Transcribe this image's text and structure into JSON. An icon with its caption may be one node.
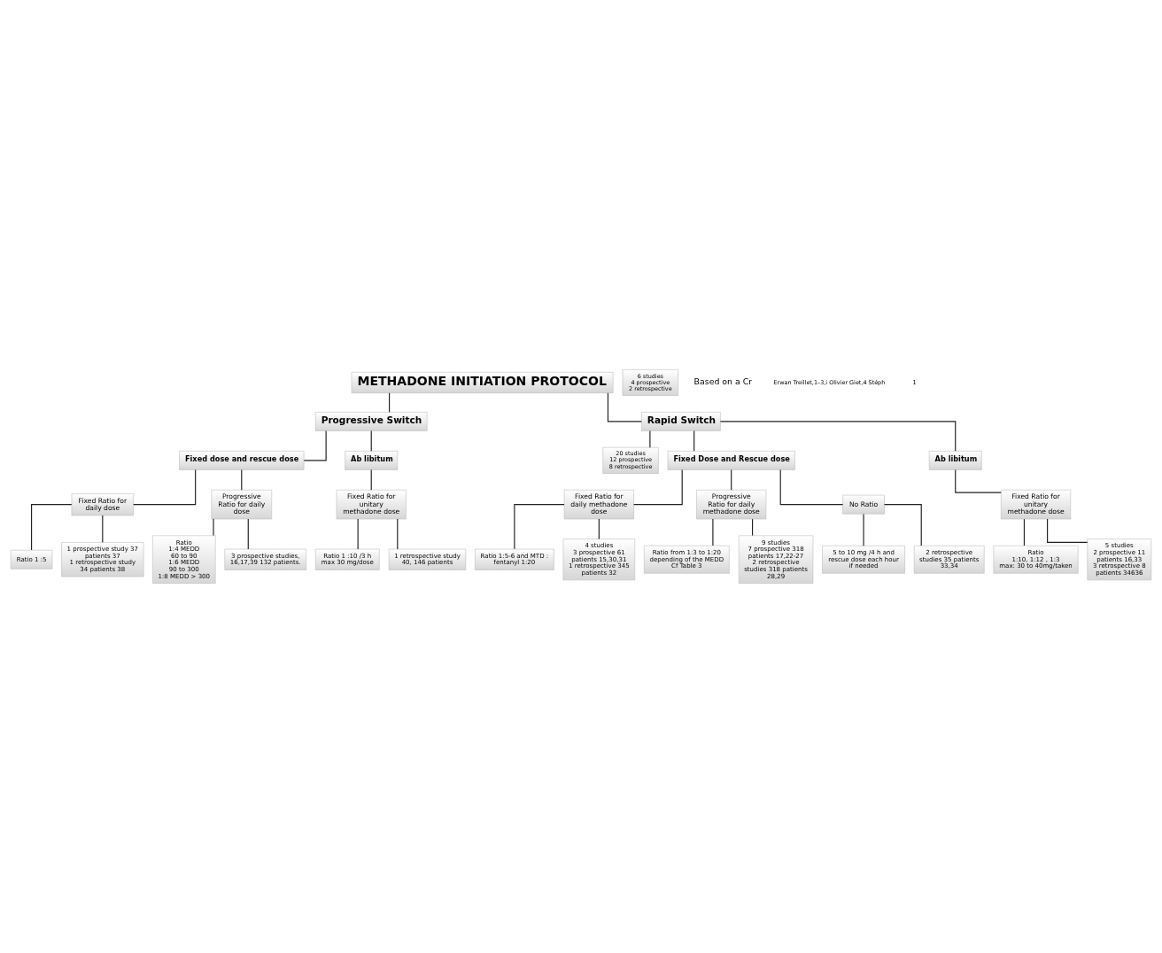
{
  "diagram": {
    "nodes": [
      {
        "text": [
          "METHADONE INITIATION PROTOCOL"
        ]
      },
      {
        "text": [
          "Progressive Switch"
        ]
      },
      {
        "text": [
          "6 studies",
          "4 prospective",
          "2 retrospective"
        ]
      },
      {
        "text": [
          "Rapid Switch"
        ]
      },
      {
        "text": [
          "20 studies",
          "12 prospective",
          "8 retrospective"
        ]
      },
      {
        "text": [
          "Fixed dose and rescue dose"
        ]
      },
      {
        "text": [
          "Ab libitum"
        ]
      },
      {
        "text": [
          "Fixed Dose and Rescue dose"
        ]
      },
      {
        "text": [
          "Ab libitum"
        ]
      },
      {
        "text": [
          "Fixed Ratio for daily dose"
        ]
      },
      {
        "text": [
          "Progressive Ratio for daily dose"
        ]
      },
      {
        "text": [
          "Fixed Ratio for unitary methadone dose"
        ]
      },
      {
        "text": [
          "Fixed Ratio for daily methadone dose"
        ]
      },
      {
        "text": [
          "Progressive Ratio for daily methadone dose"
        ]
      },
      {
        "text": [
          "No Ratio"
        ]
      },
      {
        "text": [
          "Fixed Ratio for unitary methadone dose"
        ]
      },
      {
        "text": [
          "Ratio 1 :5"
        ]
      },
      {
        "text": [
          "1 prospective study 37 patients 37",
          "1 retrospective study 34 patients 38"
        ]
      },
      {
        "text": [
          "Ratio",
          "1:4 MEDD",
          "60 to 90",
          "1:6 MEDD",
          "90 to 300",
          "1:8 MEDD > 300"
        ]
      },
      {
        "text": [
          "3 prospective studies, 16,17,39 132 patients."
        ]
      },
      {
        "text": [
          "Ratio 1 :10 /3 h",
          "max 30 mg/dose"
        ]
      },
      {
        "text": [
          "1 retrospective study 40, 146 patients"
        ]
      },
      {
        "text": [
          "Ratio 1:5-6 and MTD : fentanyl 1:20"
        ]
      },
      {
        "text": [
          "4 studies",
          "3 prospective 61 patients 15,30,31",
          "1 retrospective 345 patients 32"
        ]
      },
      {
        "text": [
          "Ratio from 1:3 to 1:20 depending of the MEDD",
          "Cf Table 3"
        ]
      },
      {
        "text": [
          "9 studies",
          "7 prospective 318 patients 17,22-27",
          "2 retrospective studies 318 patients 28,29"
        ]
      },
      {
        "text": [
          "5 to 10 mg /4 h and rescue dose each hour if needed"
        ]
      },
      {
        "text": [
          "2 retrospective studies 35 patients 33,34"
        ]
      },
      {
        "text": [
          "Ratio",
          "1:10, 1:12 , 1:3",
          "max: 30 to 40mg/taken"
        ]
      },
      {
        "text": [
          "5 studies",
          "2 prospective 11 patients 16,33",
          "3 retrospective 8 patients 34636"
        ]
      }
    ],
    "edges": [
      {
        "from": 0,
        "to": 1,
        "arrow": "none"
      },
      {
        "from": 0,
        "to": 3,
        "arrow": "none"
      },
      {
        "from": 3,
        "to": 4,
        "arrow": "none"
      },
      {
        "from": 1,
        "to": 5,
        "arrow": "none"
      },
      {
        "from": 1,
        "to": 6,
        "arrow": "none"
      },
      {
        "from": 3,
        "to": 7,
        "arrow": "none"
      },
      {
        "from": 3,
        "to": 8,
        "arrow": "none"
      },
      {
        "from": 5,
        "to": 9,
        "arrow": "none"
      },
      {
        "from": 5,
        "to": 10,
        "arrow": "none"
      },
      {
        "from": 6,
        "to": 11,
        "arrow": "none"
      },
      {
        "from": 7,
        "to": 12,
        "arrow": "none"
      },
      {
        "from": 7,
        "to": 13,
        "arrow": "none"
      },
      {
        "from": 7,
        "to": 14,
        "arrow": "none"
      },
      {
        "from": 8,
        "to": 15,
        "arrow": "none"
      },
      {
        "from": 9,
        "to": 16,
        "arrow": "none"
      },
      {
        "from": 9,
        "to": 17,
        "arrow": "none"
      },
      {
        "from": 10,
        "to": 18,
        "arrow": "none"
      },
      {
        "from": 10,
        "to": 19,
        "arrow": "none"
      },
      {
        "from": 11,
        "to": 20,
        "arrow": "none"
      },
      {
        "from": 11,
        "to": 21,
        "arrow": "none"
      },
      {
        "from": 12,
        "to": 22,
        "arrow": "none"
      },
      {
        "from": 12,
        "to": 23,
        "arrow": "none"
      },
      {
        "from": 13,
        "to": 24,
        "arrow": "none"
      },
      {
        "from": 13,
        "to": 25,
        "arrow": "none"
      },
      {
        "from": 14,
        "to": 26,
        "arrow": "none"
      },
      {
        "from": 14,
        "to": 27,
        "arrow": "none"
      },
      {
        "from": 15,
        "to": 28,
        "arrow": "none"
      },
      {
        "from": 15,
        "to": 29,
        "arrow": "none"
      }
    ],
    "labels": [
      "Based on a Cr",
      "Erwan Treillet,1–3,i Olivier Giet,4 Stéph",
      "1"
    ]
  }
}
